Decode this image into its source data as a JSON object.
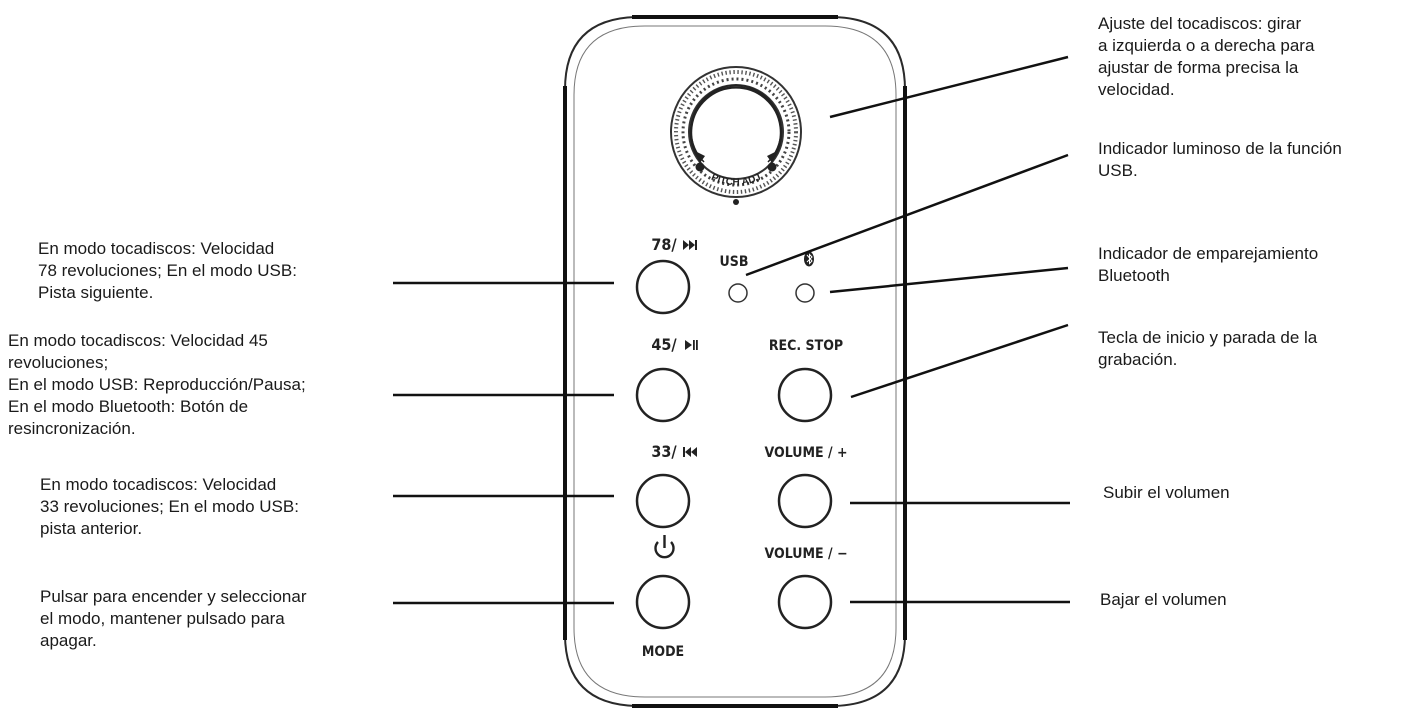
{
  "device": {
    "knob_text": "PITCH ADJ",
    "usb_label": "USB",
    "bluetooth_icon": "bluetooth-icon",
    "power_icon": "power-icon",
    "buttons": {
      "b78": "78/",
      "b78_icon": "next-track-icon",
      "b45": "45/",
      "b45_icon": "play-pause-icon",
      "b33": "33/",
      "b33_icon": "previous-track-icon",
      "rec_stop": "REC. STOP",
      "volume_up": "VOLUME / +",
      "volume_down": "VOLUME / −",
      "mode": "MODE"
    }
  },
  "annotations": {
    "pitch": [
      "Ajuste del tocadiscos: girar",
      "a izquierda o a derecha para",
      "ajustar de forma precisa la",
      "velocidad."
    ],
    "usb_indicator": [
      "Indicador luminoso de la función",
      "USB."
    ],
    "bt_indicator": [
      "Indicador de emparejamiento",
      "Bluetooth"
    ],
    "rec": [
      "Tecla de inicio y parada de la",
      "grabación."
    ],
    "vol_up": [
      "Subir el volumen"
    ],
    "vol_down": [
      "Bajar el volumen"
    ],
    "b78": [
      "En modo tocadiscos: Velocidad",
      "78 revoluciones; En el modo USB:",
      "Pista siguiente."
    ],
    "b45": [
      "En modo tocadiscos: Velocidad 45",
      "revoluciones;",
      "En el modo USB: Reproducción/Pausa;",
      "En el modo Bluetooth: Botón de",
      "resincronización."
    ],
    "b33": [
      "En modo tocadiscos: Velocidad",
      "33 revoluciones; En el modo USB:",
      "pista anterior."
    ],
    "mode": [
      "Pulsar para encender y seleccionar",
      "el modo, mantener pulsado para",
      "apagar."
    ]
  }
}
